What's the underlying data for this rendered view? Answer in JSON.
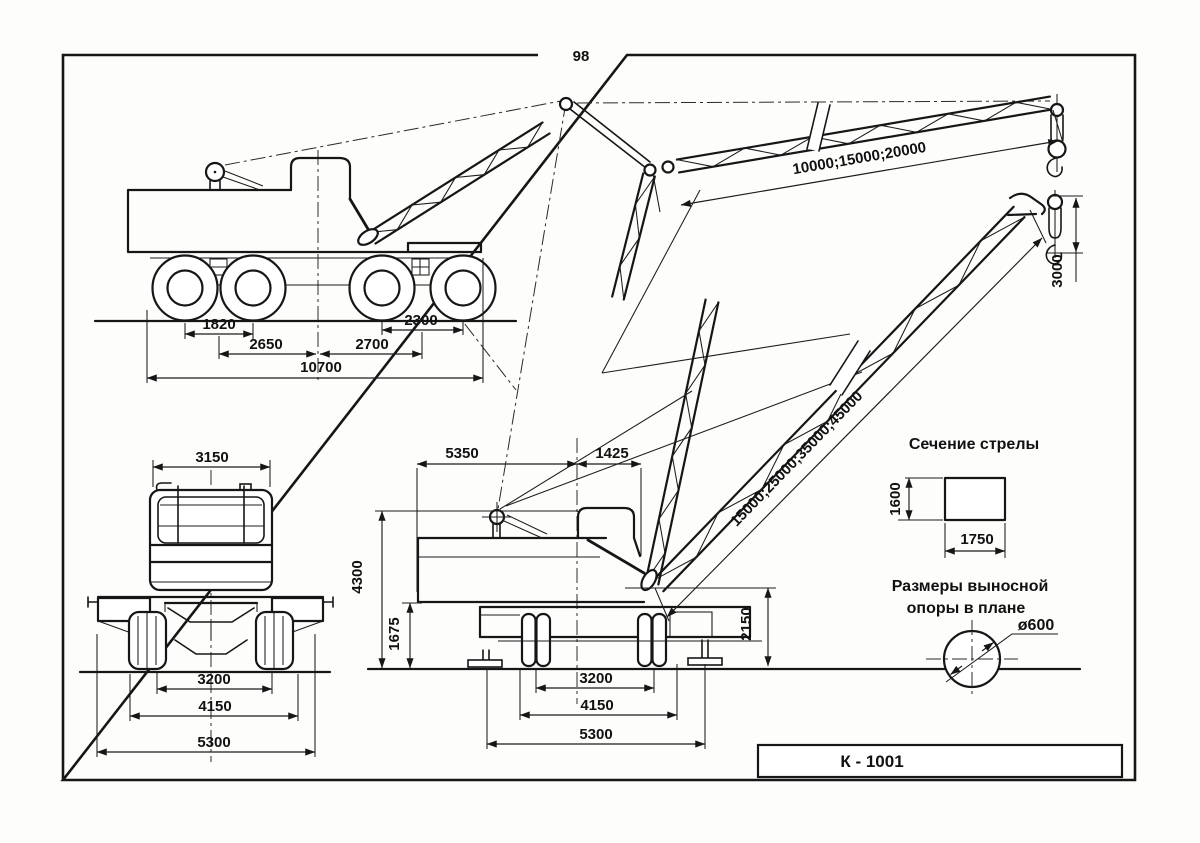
{
  "page": {
    "number": "98"
  },
  "title_block": {
    "model": "К - 1001"
  },
  "section_labels": {
    "boom_section": "Сечение стрелы",
    "outrigger_line1": "Размеры выносной",
    "outrigger_line2": "опоры в плане",
    "outrigger_diameter": "ø600"
  },
  "dimensions": {
    "transport_side_view": {
      "axle_spacing_front": "1820",
      "front_to_center": "2650",
      "center_to_rear": "2700",
      "axle_spacing_rear": "2300",
      "overall_length": "10700"
    },
    "jib_lengths": "10000;15000;20000",
    "boom_lengths": "15000;25000;35000;45000",
    "hook_drop": "3000",
    "front_view": {
      "body_width": "3150",
      "track": "3200",
      "support_width": "4150",
      "outrigger_base": "5300"
    },
    "working_side_view": {
      "tail_to_axis": "5350",
      "axis_to_heel": "1425",
      "overall_height": "4300",
      "platform_height": "1675",
      "heel_height": "2150",
      "wheelbase": "3200",
      "support_length": "4150",
      "outrigger_base": "5300"
    },
    "boom_section": {
      "height": "1600",
      "width": "1750"
    }
  }
}
